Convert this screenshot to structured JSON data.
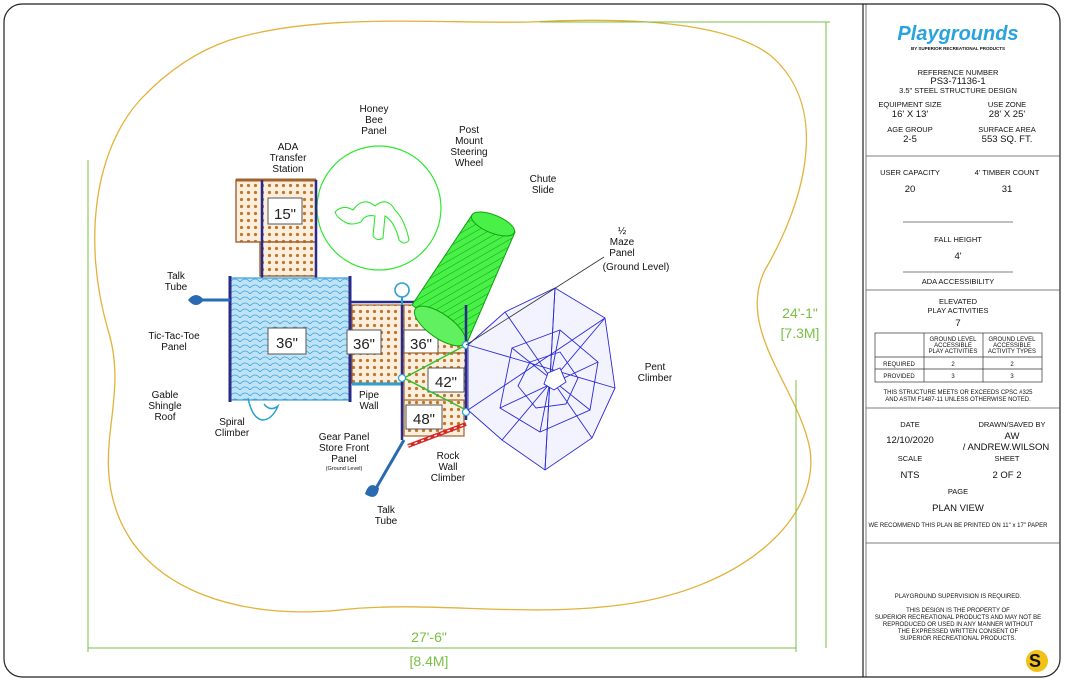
{
  "title_block": {
    "brand": "Playgrounds",
    "brand_sub": "BY SUPERIOR RECREATIONAL PRODUCTS",
    "reference_label": "REFERENCE NUMBER",
    "reference_number": "PS3-71136-1",
    "design": "3.5\" STEEL STRUCTURE DESIGN",
    "equipment_size_label": "EQUIPMENT SIZE",
    "equipment_size": "16' X 13'",
    "use_zone_label": "USE ZONE",
    "use_zone": "28' X 25'",
    "age_group_label": "AGE GROUP",
    "age_group": "2-5",
    "surface_area_label": "SURFACE AREA",
    "surface_area": "553 SQ. FT.",
    "user_capacity_label": "USER CAPACITY",
    "user_capacity": "20",
    "timber_label": "4' TIMBER COUNT",
    "timber_count": "31",
    "fall_height_label": "FALL HEIGHT",
    "fall_height": "4'",
    "ada_label": "ADA ACCESSIBILITY",
    "elevated_label_1": "ELEVATED",
    "elevated_label_2": "PLAY ACTIVITIES",
    "elevated_value": "7",
    "table": {
      "col1_lines": [
        "GROUND LEVEL",
        "ACCESSIBLE",
        "PLAY ACTIVITIES"
      ],
      "col2_lines": [
        "GROUND LEVEL",
        "ACCESSIBLE",
        "ACTIVITY TYPES"
      ],
      "required_label": "REQUIRED",
      "required_1": "2",
      "required_2": "2",
      "provided_label": "PROVIDED",
      "provided_1": "3",
      "provided_2": "3"
    },
    "cpsc_line_1": "THIS STRUCTURE MEETS OR EXCEEDS CPSC #325",
    "cpsc_line_2": "AND ASTM F1487-11 UNLESS OTHERWISE NOTED.",
    "date_label": "DATE",
    "date": "12/10/2020",
    "drawn_label": "DRAWN/SAVED BY",
    "drawn_initials": "AW",
    "drawn_name": "/ ANDREW.WILSON",
    "scale_label": "SCALE",
    "scale": "NTS",
    "sheet_label": "SHEET",
    "sheet": "2  OF  2",
    "page_label": "PAGE",
    "page": "PLAN VIEW",
    "print_note": "WE RECOMMEND THIS PLAN BE PRINTED ON 11\" x 17\" PAPER",
    "supervision": "PLAYGROUND SUPERVISION IS REQUIRED.",
    "property_lines": [
      "THIS DESIGN IS THE PROPERTY OF",
      "SUPERIOR RECREATIONAL PRODUCTS AND MAY NOT BE",
      "REPRODUCED OR USED IN ANY MANNER WITHOUT",
      "THE EXPRESSED WRITTEN CONSENT OF",
      "SUPERIOR RECREATIONAL PRODUCTS."
    ],
    "logo_letter": "S"
  },
  "dimensions": {
    "width_ft": "27'-6\"",
    "width_m": "[8.4M]",
    "height_ft": "24'-1\"",
    "height_m": "[7.3M]"
  },
  "decks": {
    "d15": "15\"",
    "d36a": "36\"",
    "d36b": "36\"",
    "d36c": "36\"",
    "d42": "42\"",
    "d48": "48\""
  },
  "components": {
    "honey_bee": [
      "Honey",
      "Bee",
      "Panel"
    ],
    "ada_transfer": [
      "ADA",
      "Transfer",
      "Station"
    ],
    "post_mount": [
      "Post",
      "Mount",
      "Steering",
      "Wheel"
    ],
    "chute_slide": [
      "Chute",
      "Slide"
    ],
    "maze_panel": [
      "½",
      "Maze",
      "Panel",
      "(Ground Level)"
    ],
    "talk_tube_left": [
      "Talk",
      "Tube"
    ],
    "tic_tac_toe": [
      "Tic-Tac-Toe",
      "Panel"
    ],
    "gable_roof": [
      "Gable",
      "Shingle",
      "Roof"
    ],
    "spiral_climber": [
      "Spiral",
      "Climber"
    ],
    "pipe_wall": [
      "Pipe",
      "Wall"
    ],
    "gear_panel": [
      "Gear Panel",
      "Store Front",
      "Panel",
      "(Ground Level)"
    ],
    "rock_wall": [
      "Rock",
      "Wall",
      "Climber"
    ],
    "talk_tube_bottom": [
      "Talk",
      "Tube"
    ],
    "pent_climber": [
      "Pent",
      "Climber"
    ]
  },
  "colors": {
    "deck_brown": "#a0622d",
    "slide_green": "#2ee82e",
    "climber_blue": "#2b2bd6",
    "roof_cyan": "#7cc9ec",
    "use_zone_yellow": "#e2b23a",
    "dimension_green": "#7ac043",
    "post_navy": "#2a2a8a",
    "brand_blue": "#29a3e0"
  }
}
